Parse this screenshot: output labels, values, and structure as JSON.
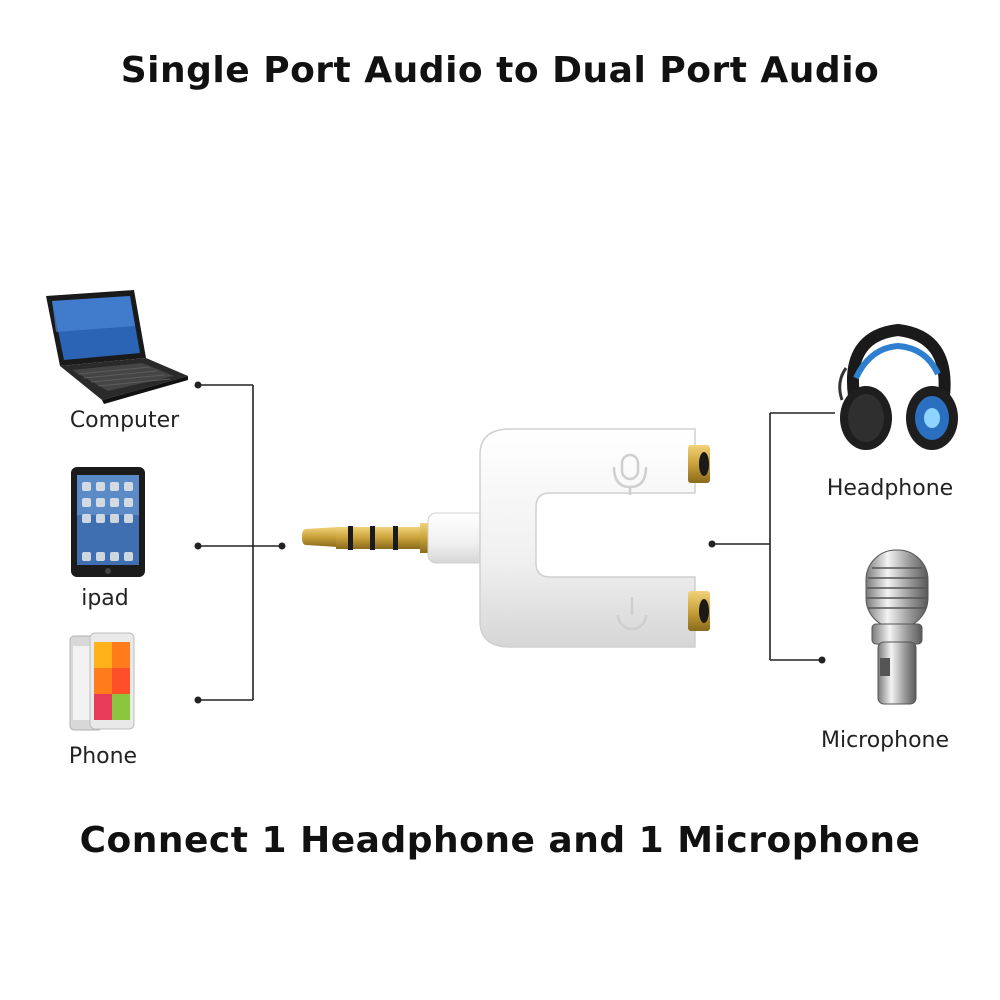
{
  "title": "Single Port Audio to Dual Port Audio",
  "subtitle": "Connect 1 Headphone and 1 Microphone",
  "sources": [
    {
      "label": "Computer",
      "icon": "laptop-icon"
    },
    {
      "label": "ipad",
      "icon": "tablet-icon"
    },
    {
      "label": "Phone",
      "icon": "phone-icon"
    }
  ],
  "outputs": [
    {
      "label": "Headphone",
      "icon": "headphone-icon"
    },
    {
      "label": "Microphone",
      "icon": "microphone-icon"
    }
  ],
  "adapter": {
    "icon": "y-splitter-adapter-icon"
  },
  "colors": {
    "line": "#222222",
    "gold": "#c9a23a",
    "white_plastic": "#f2f2f2"
  }
}
